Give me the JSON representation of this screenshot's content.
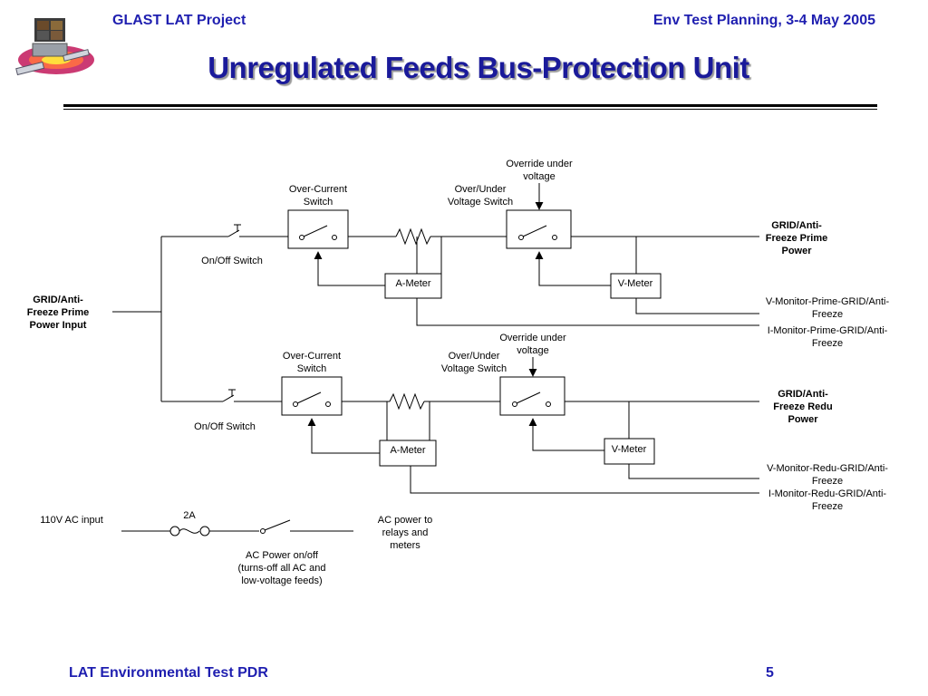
{
  "header": {
    "left": "GLAST LAT Project",
    "right": "Env Test Planning, 3-4 May 2005"
  },
  "title": "Unregulated Feeds Bus-Protection Unit",
  "footer": {
    "left": "LAT Environmental Test PDR",
    "page": "5"
  },
  "logo_icon": "glast-satellite-logo",
  "diagram": {
    "input": [
      "GRID/Anti-",
      "Freeze Prime",
      "Power Input"
    ],
    "prime": {
      "override": [
        "Override under",
        "voltage"
      ],
      "over_current": [
        "Over-Current",
        "Switch"
      ],
      "over_under": [
        "Over/Under",
        "Voltage Switch"
      ],
      "on_off": "On/Off Switch",
      "a_meter": "A-Meter",
      "v_meter": "V-Meter",
      "output": [
        "GRID/Anti-",
        "Freeze Prime",
        "Power"
      ],
      "v_monitor": [
        "V-Monitor-Prime-GRID/Anti-",
        "Freeze"
      ],
      "i_monitor": [
        "I-Monitor-Prime-GRID/Anti-",
        "Freeze"
      ]
    },
    "redu": {
      "override": [
        "Override under",
        "voltage"
      ],
      "over_current": [
        "Over-Current",
        "Switch"
      ],
      "over_under": [
        "Over/Under",
        "Voltage Switch"
      ],
      "on_off": "On/Off Switch",
      "a_meter": "A-Meter",
      "v_meter": "V-Meter",
      "output": [
        "GRID/Anti-",
        "Freeze Redu",
        "Power"
      ],
      "v_monitor": [
        "V-Monitor-Redu-GRID/Anti-",
        "Freeze"
      ],
      "i_monitor": [
        "I-Monitor-Redu-GRID/Anti-",
        "Freeze"
      ]
    },
    "ac": {
      "input": "110V AC input",
      "fuse": "2A",
      "onoff": [
        "AC Power on/off",
        "(turns-off all AC and",
        "low-voltage feeds)"
      ],
      "power_to": [
        "AC power to",
        "relays and",
        "meters"
      ]
    }
  }
}
